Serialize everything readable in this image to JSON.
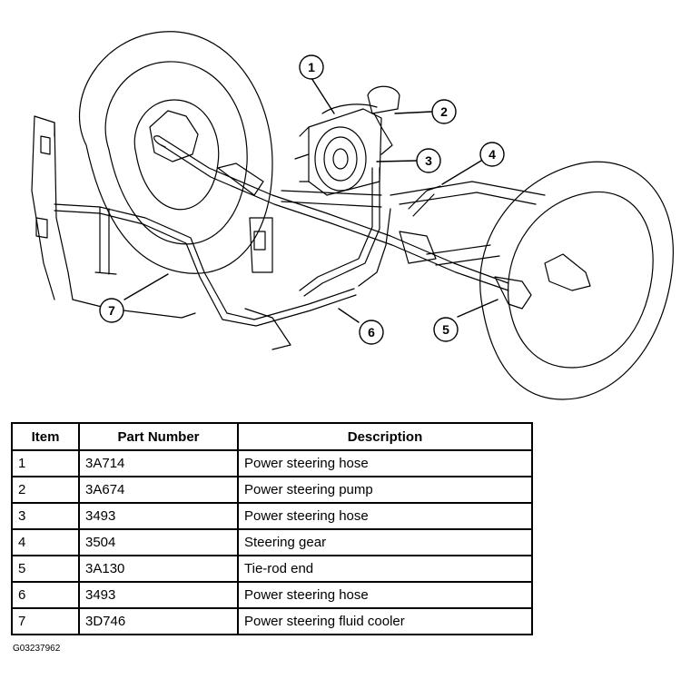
{
  "diagram": {
    "callouts": [
      "1",
      "2",
      "3",
      "4",
      "5",
      "6",
      "7"
    ]
  },
  "table": {
    "headers": {
      "item": "Item",
      "part_number": "Part Number",
      "description": "Description"
    },
    "rows": [
      {
        "item": "1",
        "part_number": "3A714",
        "description": "Power steering hose"
      },
      {
        "item": "2",
        "part_number": "3A674",
        "description": "Power steering pump"
      },
      {
        "item": "3",
        "part_number": "3493",
        "description": "Power steering hose"
      },
      {
        "item": "4",
        "part_number": "3504",
        "description": "Steering gear"
      },
      {
        "item": "5",
        "part_number": "3A130",
        "description": "Tie-rod end"
      },
      {
        "item": "6",
        "part_number": "3493",
        "description": "Power steering hose"
      },
      {
        "item": "7",
        "part_number": "3D746",
        "description": "Power steering fluid cooler"
      }
    ]
  },
  "figure_id": "G03237962"
}
